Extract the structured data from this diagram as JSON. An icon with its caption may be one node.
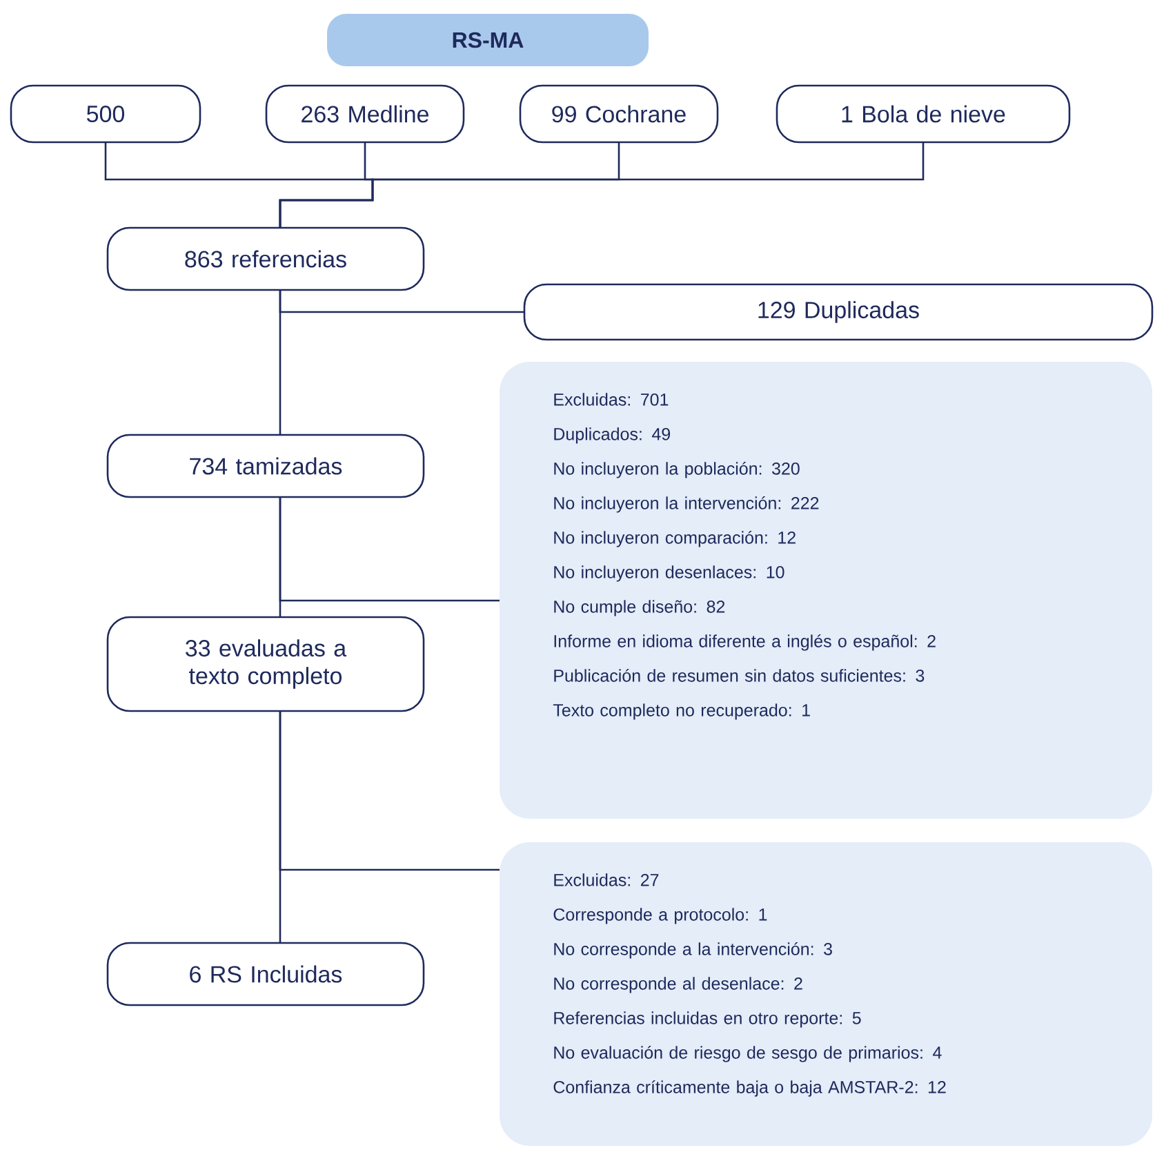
{
  "diagram": {
    "nodes": [
      {
        "text": [
          "RS-MA"
        ]
      },
      {
        "text": [
          "500"
        ]
      },
      {
        "text": [
          "263 Medline"
        ]
      },
      {
        "text": [
          "99 Cochrane"
        ]
      },
      {
        "text": [
          "1 Bola de nieve"
        ]
      },
      {
        "text": [
          "863 referencias"
        ]
      },
      {
        "text": [
          "129 Duplicadas"
        ]
      },
      {
        "text": [
          "734 tamizadas"
        ]
      },
      {
        "text": [
          "Excluidas: 701",
          "Duplicados: 49",
          "No incluyeron la población: 320",
          "No incluyeron la intervención: 222",
          "No incluyeron comparación: 12",
          "No incluyeron desenlaces: 10",
          "No cumple diseño: 82",
          "Informe en idioma diferente a inglés o español: 2",
          "Publicación de resumen sin datos suficientes: 3",
          "Texto completo no recuperado: 1"
        ]
      },
      {
        "text": [
          "33 evaluadas a texto completo"
        ]
      },
      {
        "text": [
          "Excluidas: 27",
          "Corresponde a protocolo: 1",
          "No corresponde a la intervención: 3",
          "No corresponde al desenlace: 2",
          "Referencias incluidas en otro reporte: 5",
          "No evaluación de riesgo de sesgo de primarios: 4",
          "Confianza críticamente baja o baja AMSTAR-2: 12"
        ]
      },
      {
        "text": [
          "6 RS Incluidas"
        ]
      }
    ],
    "edges": [
      {
        "from": 1,
        "to": 5,
        "arrow": "none"
      },
      {
        "from": 2,
        "to": 5,
        "arrow": "none"
      },
      {
        "from": 3,
        "to": 5,
        "arrow": "none"
      },
      {
        "from": 4,
        "to": 5,
        "arrow": "none"
      },
      {
        "from": 5,
        "to": 6,
        "arrow": "none"
      },
      {
        "from": 5,
        "to": 7,
        "arrow": "none"
      },
      {
        "from": 7,
        "to": 8,
        "arrow": "none"
      },
      {
        "from": 7,
        "to": 9,
        "arrow": "none"
      },
      {
        "from": 9,
        "to": 10,
        "arrow": "none"
      },
      {
        "from": 9,
        "to": 11,
        "arrow": "none"
      }
    ]
  }
}
